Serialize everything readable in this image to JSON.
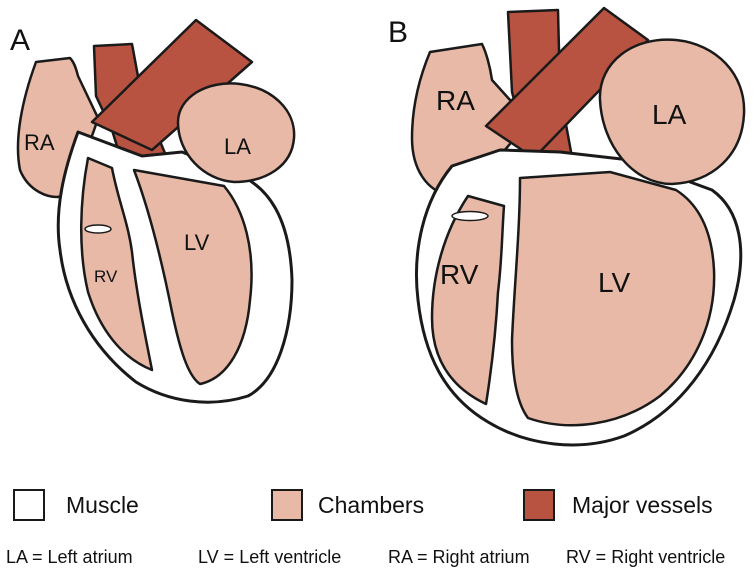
{
  "colors": {
    "muscle": "#ffffff",
    "chamber": "#e7b9a6",
    "vessel": "#b85342",
    "outline": "#1a1a1a"
  },
  "panel_a": {
    "letter": "A",
    "labels": {
      "ra": "RA",
      "la": "LA",
      "lv": "LV",
      "rv": "RV"
    }
  },
  "panel_b": {
    "letter": "B",
    "labels": {
      "ra": "RA",
      "la": "LA",
      "lv": "LV",
      "rv": "RV"
    }
  },
  "legend": {
    "items": [
      {
        "label": "Muscle",
        "color": "#ffffff"
      },
      {
        "label": "Chambers",
        "color": "#e7b9a6"
      },
      {
        "label": "Major vessels",
        "color": "#b85342"
      }
    ]
  },
  "footnote": {
    "la": "LA = Left atrium",
    "lv": "LV = Left ventricle",
    "ra": "RA = Right atrium",
    "rv": "RV = Right ventricle"
  }
}
